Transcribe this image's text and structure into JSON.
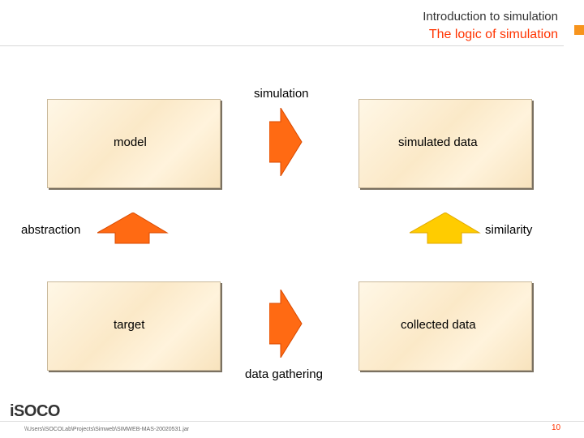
{
  "header": {
    "subtitle": "Introduction to simulation",
    "title": "The logic of simulation"
  },
  "diagram": {
    "boxes": {
      "model": "model",
      "simulated_data": "simulated data",
      "target": "target",
      "collected_data": "collected data"
    },
    "edges": {
      "simulation": "simulation",
      "data_gathering": "data gathering",
      "abstraction": "abstraction",
      "similarity": "similarity"
    }
  },
  "footer": {
    "logo": "iSOCO",
    "path": "\\\\Users\\iSOCOLab\\Projects\\Simweb\\SIMWEB-MAS-20020531.jar",
    "page": "10"
  },
  "colors": {
    "accent": "#ff3300",
    "arrow_orange": "#ff6a13",
    "arrow_yellow": "#ffcc00"
  }
}
